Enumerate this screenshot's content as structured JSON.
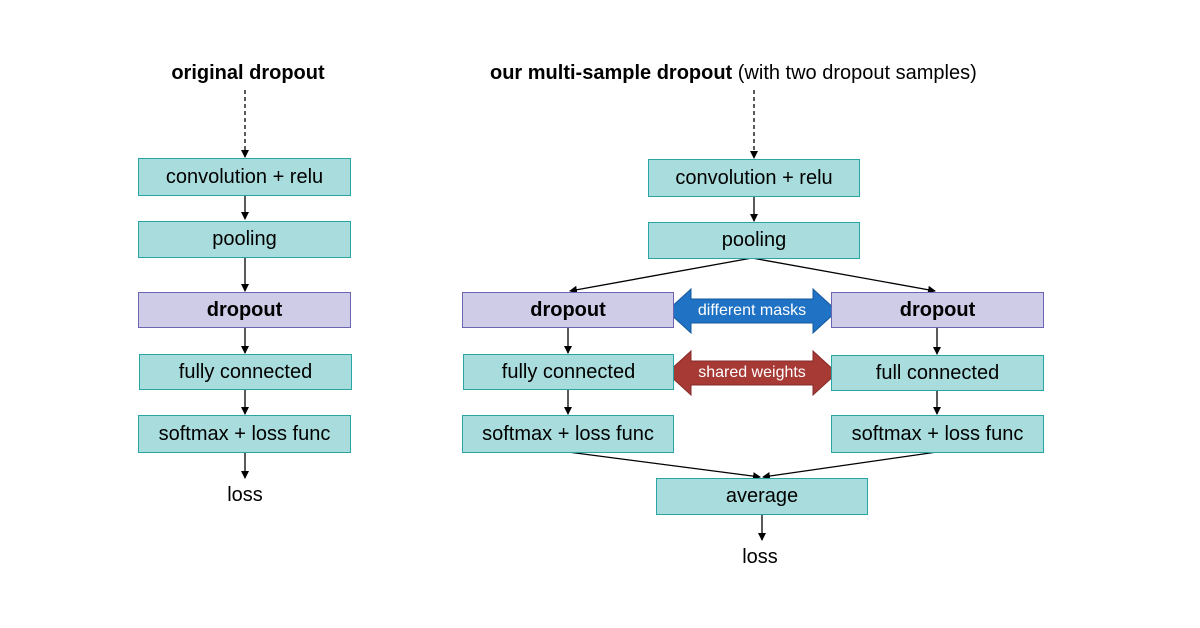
{
  "left": {
    "title": "original dropout",
    "conv": "convolution + relu",
    "pooling": "pooling",
    "dropout": "dropout",
    "fc": "fully connected",
    "softmax": "softmax + loss func",
    "loss": "loss"
  },
  "right": {
    "title_bold": "our multi-sample dropout",
    "title_rest": " (with two dropout samples)",
    "conv": "convolution + relu",
    "pooling": "pooling",
    "dropout_a": "dropout",
    "dropout_b": "dropout",
    "fc_a": "fully connected",
    "fc_b": "full connected",
    "softmax_a": "softmax + loss func",
    "softmax_b": "softmax + loss func",
    "average": "average",
    "loss": "loss",
    "masks_label": "different masks",
    "weights_label": "shared weights"
  },
  "colors": {
    "box_fill": "#a9dcdc",
    "box_border": "#2aa5a5",
    "dropout_fill": "#cfcce8",
    "dropout_border": "#6a66b4",
    "masks_arrow": "#1f72c4",
    "weights_arrow": "#a83a36"
  }
}
